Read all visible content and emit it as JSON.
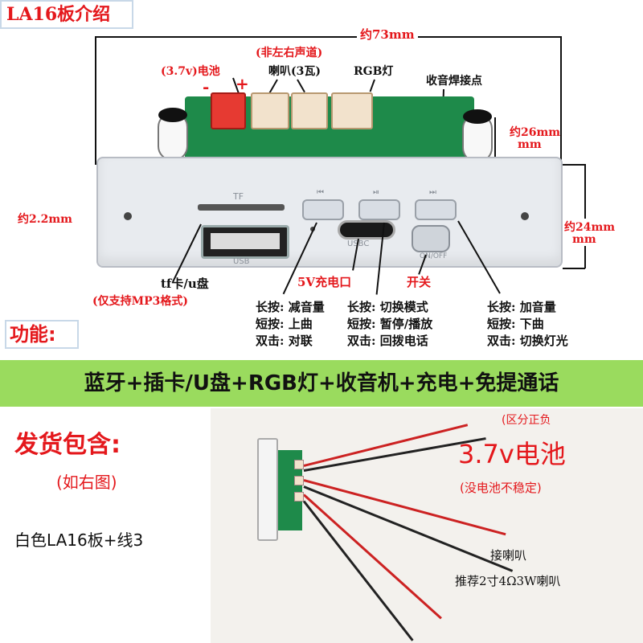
{
  "title": "LA16板介绍",
  "dimensions": {
    "width": "约73mm",
    "depth": "约26mm",
    "depth_line2": "mm",
    "hole": "约2.2mm",
    "height": "约24mm",
    "height_line2": "mm"
  },
  "labels": {
    "battery": "(3.7v)电池",
    "minus": "-",
    "plus": "+",
    "speaker_note": "(非左右声道)",
    "speaker": "喇叭(3瓦)",
    "rgb": "RGB灯",
    "radio_point": "收音焊接点",
    "tf_usb": "tf卡/u盘",
    "tf_usb_note": "(仅支持MP3格式)",
    "charge_port": "5V充电口",
    "switch": "开关"
  },
  "panel_text": {
    "tf": "TF",
    "usb": "USB",
    "typec": "USBC",
    "onoff": "ON/OFF"
  },
  "functions": {
    "header": "功能:",
    "col1": [
      "长按: 减音量",
      "短按: 上曲",
      "双击: 对联"
    ],
    "col2": [
      "长按: 切换模式",
      "短按: 暂停/播放",
      "双击: 回拨电话"
    ],
    "col3": [
      "长按: 加音量",
      "短按: 下曲",
      "双击: 切换灯光"
    ]
  },
  "banner": "蓝牙+插卡/U盘+RGB灯+收音机+充电+免提通话",
  "shipping": {
    "title": "发货包含:",
    "subtitle": "(如右图)",
    "item": "白色LA16板+线3"
  },
  "battery_block": {
    "polarity_note": "(区分正负",
    "title": "3.7v电池",
    "stability_note": "(没电池不稳定)"
  },
  "speaker_block": {
    "line1": "接喇叭",
    "line2": "推荐2寸4Ω3W喇叭"
  },
  "colors": {
    "accent_red": "#e4181c",
    "banner_green": "#9adb5e",
    "pcb_green": "#1e8a4a"
  }
}
